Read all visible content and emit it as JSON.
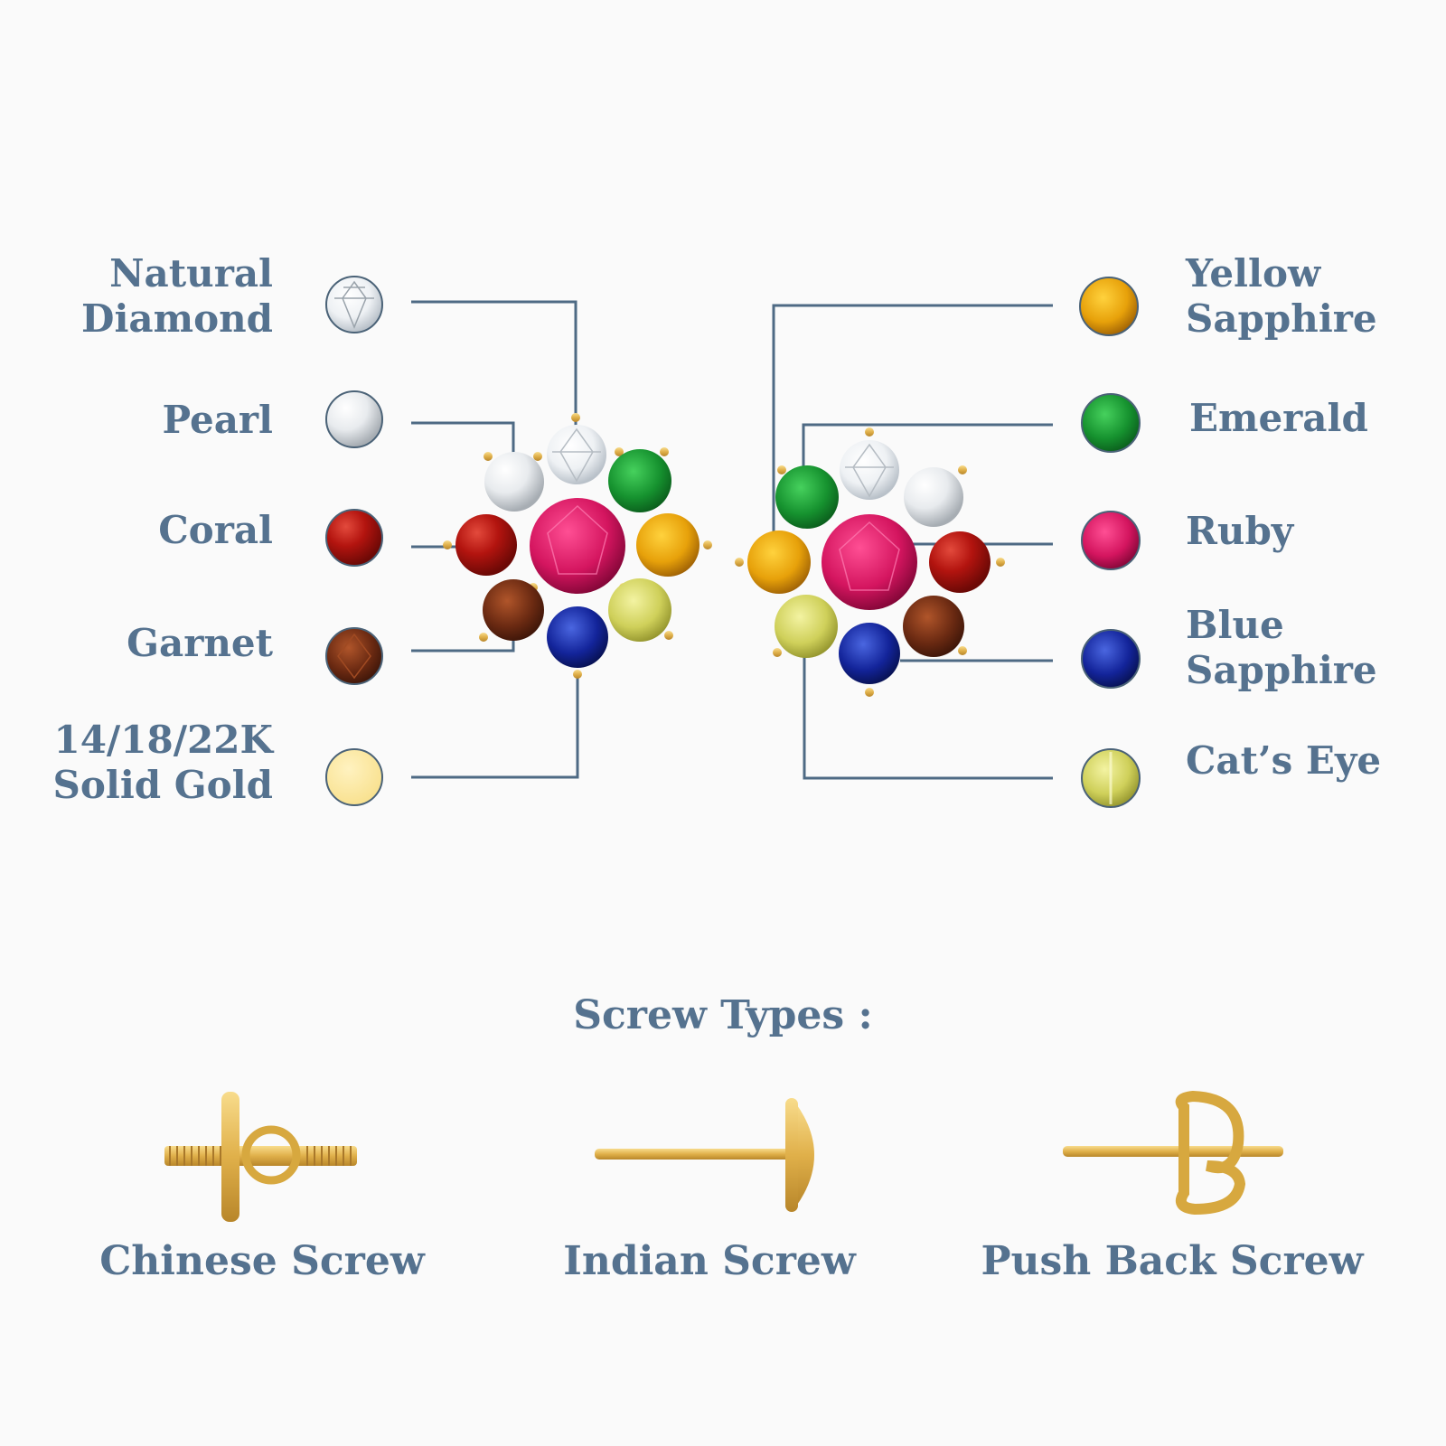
{
  "left_stones": [
    {
      "label": "Natural\nDiamond",
      "icon": "diamond-icon",
      "color": "#ffffff"
    },
    {
      "label": "Pearl",
      "icon": "pearl-icon",
      "color": "#e9ecef"
    },
    {
      "label": "Coral",
      "icon": "coral-icon",
      "color": "#b3140f"
    },
    {
      "label": "Garnet",
      "icon": "garnet-icon",
      "color": "#6b2a12"
    },
    {
      "label": "14/18/22K\nSolid Gold",
      "icon": "gold-icon",
      "color": "#fbe8a0"
    }
  ],
  "right_stones": [
    {
      "label": "Yellow\nSapphire",
      "icon": "yellow-sapphire-icon",
      "color": "#e7a10a"
    },
    {
      "label": "Emerald",
      "icon": "emerald-icon",
      "color": "#16922f"
    },
    {
      "label": "Ruby",
      "icon": "ruby-icon",
      "color": "#d4155f"
    },
    {
      "label": "Blue\nSapphire",
      "icon": "blue-sapphire-icon",
      "color": "#13249a"
    },
    {
      "label": "Cat’s Eye",
      "icon": "cats-eye-icon",
      "color": "#cfd05a"
    }
  ],
  "screw_section": {
    "title": "Screw Types :",
    "types": [
      {
        "label": "Chinese Screw",
        "icon": "chinese-screw-icon"
      },
      {
        "label": "Indian Screw",
        "icon": "indian-screw-icon"
      },
      {
        "label": "Push Back Screw",
        "icon": "push-back-screw-icon"
      }
    ]
  },
  "colors": {
    "text": "#55728f",
    "line": "#4e6a84",
    "gold": "#e0b04a"
  }
}
